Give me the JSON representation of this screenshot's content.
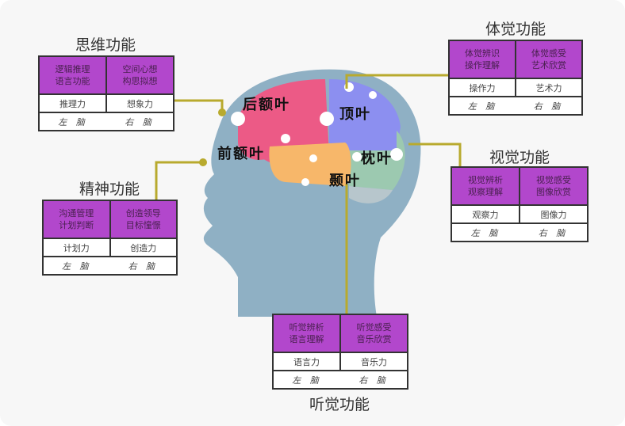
{
  "lobes": {
    "rear_frontal": "后额叶",
    "parietal": "顶叶",
    "prefrontal": "前额叶",
    "occipital": "枕叶",
    "temporal": "颞叶"
  },
  "panels": {
    "thinking": {
      "title": "思维功能",
      "left_top": "逻辑推理\n语言功能",
      "right_top": "空间心想\n构思拟想",
      "left_mid": "推理力",
      "right_mid": "想象力",
      "left_bot": "左 脑",
      "right_bot": "右 脑"
    },
    "somatic": {
      "title": "体觉功能",
      "left_top": "体觉辨识\n操作理解",
      "right_top": "体觉感受\n艺术欣赏",
      "left_mid": "操作力",
      "right_mid": "艺术力",
      "left_bot": "左 脑",
      "right_bot": "右 脑"
    },
    "mental": {
      "title": "精神功能",
      "left_top": "沟通管理\n计划判断",
      "right_top": "创造领导\n目标憧憬",
      "left_mid": "计划力",
      "right_mid": "创造力",
      "left_bot": "左 脑",
      "right_bot": "右 脑"
    },
    "visual": {
      "title": "视觉功能",
      "left_top": "视觉辨析\n观察理解",
      "right_top": "视觉感受\n图像欣赏",
      "left_mid": "观察力",
      "right_mid": "图像力",
      "left_bot": "左 脑",
      "right_bot": "右 脑"
    },
    "auditory": {
      "title": "听觉功能",
      "left_top": "听觉辨析\n语言理解",
      "right_top": "听觉感受\n音乐欣赏",
      "left_mid": "语言力",
      "right_mid": "音乐力",
      "left_bot": "左 脑",
      "right_bot": "右 脑"
    }
  },
  "colors": {
    "accent": "#b247cc",
    "connector": "#b8aa2e",
    "head": "#8fb0c4"
  }
}
